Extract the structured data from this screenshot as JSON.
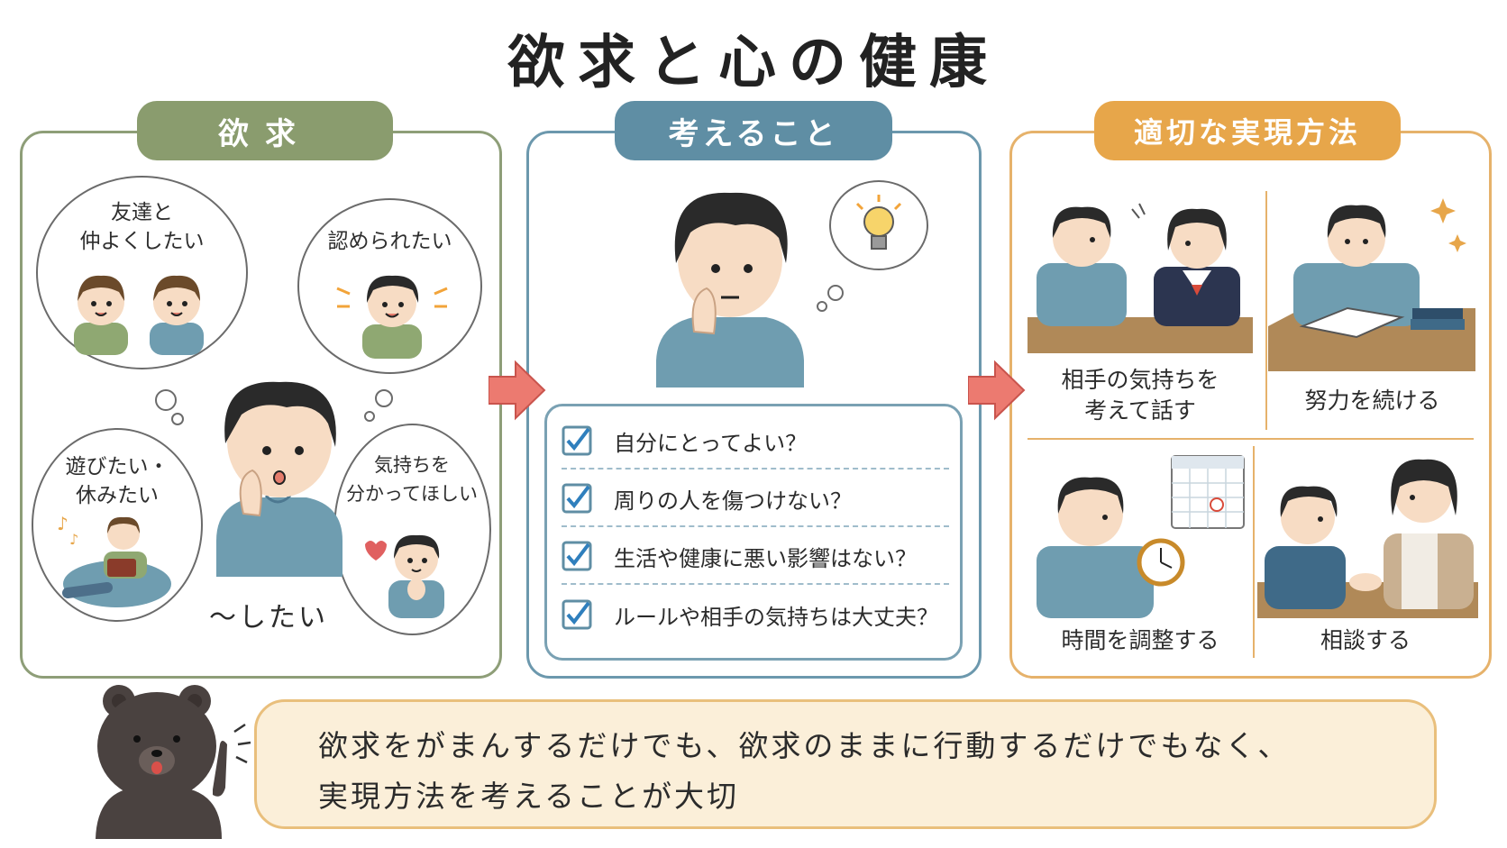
{
  "title": "欲求と心の健康",
  "panels": {
    "desire": {
      "header": "欲求",
      "bubbles": [
        {
          "text": "友達と\n仲よくしたい"
        },
        {
          "text": "認められたい"
        },
        {
          "text": "遊びたい・\n休みたい"
        },
        {
          "text": "気持ちを\n分かってほしい"
        }
      ],
      "caption": "〜したい"
    },
    "think": {
      "header": "考えること",
      "checks": [
        "自分にとってよい？",
        "周りの人を傷つけない？",
        "生活や健康に悪い影響はない？",
        "ルールや相手の気持ちは大丈夫？"
      ]
    },
    "methods": {
      "header": "適切な実現方法",
      "items": [
        {
          "label": "相手の気持ちを\n考えて話す"
        },
        {
          "label": "努力を続ける"
        },
        {
          "label": "時間を調整する"
        },
        {
          "label": "相談する"
        }
      ]
    }
  },
  "message": {
    "line1": "欲求をがまんするだけでも、欲求のままに行動するだけでもなく、",
    "line2": "実現方法を考えることが大切"
  },
  "colors": {
    "desire": "#8a9c6e",
    "think": "#5f8ea4",
    "methods": "#e7a64a",
    "arrow": "#e8706a",
    "hair": "#2a2a2a",
    "skin": "#f7dcc4",
    "shirt_blue": "#6f9db0",
    "shirt_green": "#8fa872"
  }
}
